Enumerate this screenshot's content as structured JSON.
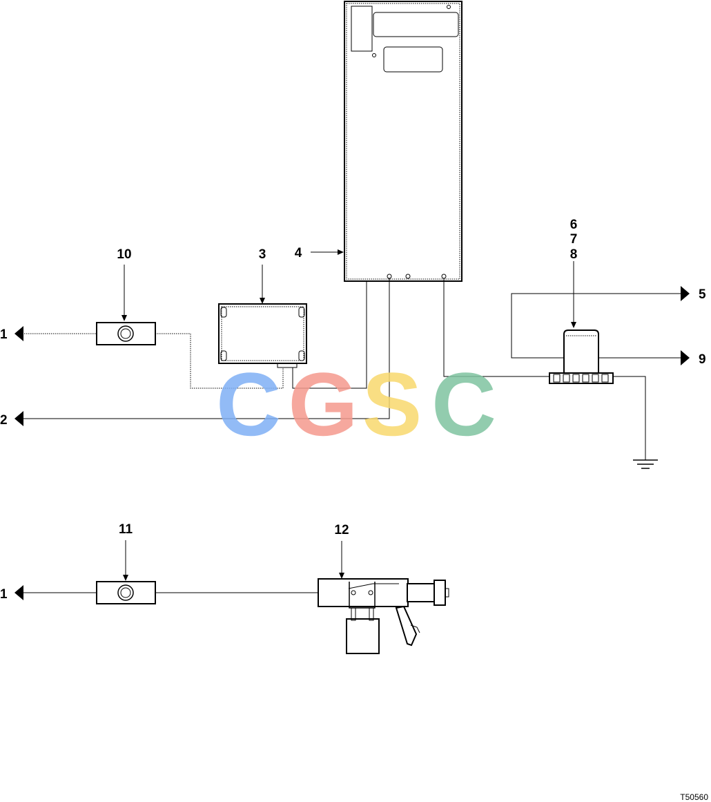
{
  "labels": {
    "l1_top": "1",
    "l2": "2",
    "l3": "3",
    "l4": "4",
    "l5": "5",
    "l6": "6",
    "l7": "7",
    "l8": "8",
    "l9": "9",
    "l10": "10",
    "l11": "11",
    "l12": "12",
    "l1_bottom": "1"
  },
  "watermark": {
    "letters": [
      "C",
      "G",
      "S",
      "C"
    ],
    "colors": [
      "#7fb0f5",
      "#f59a8e",
      "#f8d96e",
      "#7fc4a0"
    ]
  },
  "reference": "T50560"
}
